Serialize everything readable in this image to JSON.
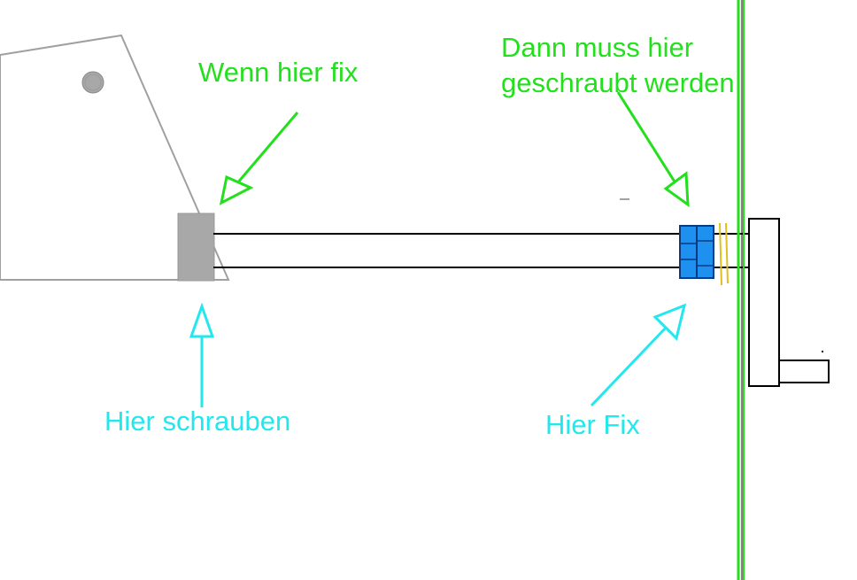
{
  "annotations": {
    "wenn_hier_fix": "Wenn hier fix",
    "dann_muss_hier": [
      "Dann muss hier",
      "geschraubt werden"
    ],
    "hier_schrauben": "Hier schrauben",
    "hier_fix": "Hier Fix"
  },
  "colors": {
    "green": "#22e01c",
    "cyan": "#22e8ee",
    "blue_part": "#1e90f0",
    "gray_block": "#a8a8a8",
    "plate_outline": "#a0a0a0",
    "washer": "#e0c020",
    "line": "#000000"
  }
}
